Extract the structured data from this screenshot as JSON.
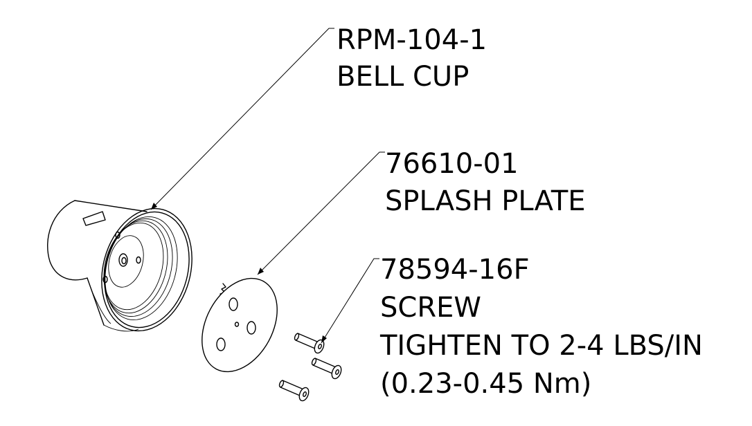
{
  "callouts": {
    "bell_cup": {
      "part_number": "RPM-104-1",
      "name": "BELL CUP"
    },
    "splash_plate": {
      "part_number": "76610-01",
      "name": "SPLASH PLATE"
    },
    "screw": {
      "part_number": "78594-16F",
      "name": "SCREW",
      "instruction": "TIGHTEN TO 2-4 LBS/IN",
      "torque_metric": "(0.23-0.45 Nm)"
    }
  },
  "colors": {
    "line": "#000000",
    "background": "#ffffff"
  }
}
